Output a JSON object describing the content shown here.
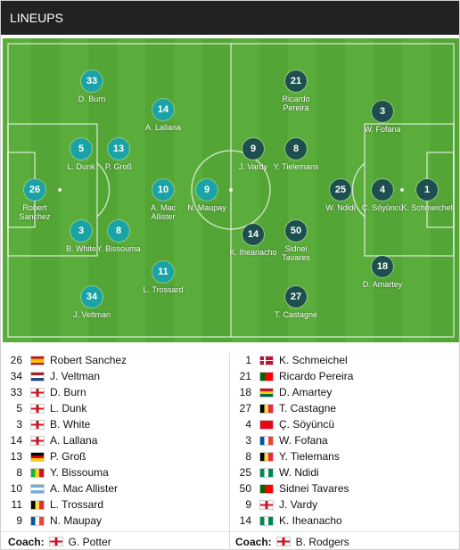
{
  "header": {
    "title": "LINEUPS"
  },
  "pitch": {
    "home": [
      {
        "number": "26",
        "name": "Robert\nSanchez"
      },
      {
        "number": "33",
        "name": "D. Burn"
      },
      {
        "number": "5",
        "name": "L. Dunk"
      },
      {
        "number": "3",
        "name": "B. White"
      },
      {
        "number": "34",
        "name": "J. Veltman"
      },
      {
        "number": "14",
        "name": "A. Lallana"
      },
      {
        "number": "13",
        "name": "P. Groß"
      },
      {
        "number": "8",
        "name": "Y. Bissouma"
      },
      {
        "number": "11",
        "name": "L. Trossard"
      },
      {
        "number": "10",
        "name": "A. Mac\nAllister"
      },
      {
        "number": "9",
        "name": "N. Maupay"
      }
    ],
    "away": [
      {
        "number": "1",
        "name": "K. Schmeichel"
      },
      {
        "number": "4",
        "name": "Ç. Söyüncü"
      },
      {
        "number": "25",
        "name": "W. Ndidi"
      },
      {
        "number": "3",
        "name": "W. Fofana"
      },
      {
        "number": "18",
        "name": "D. Amartey"
      },
      {
        "number": "21",
        "name": "Ricardo\nPereira"
      },
      {
        "number": "8",
        "name": "Y. Tielemans"
      },
      {
        "number": "50",
        "name": "Sidnei\nTavares"
      },
      {
        "number": "27",
        "name": "T. Castagne"
      },
      {
        "number": "9",
        "name": "J. Vardy"
      },
      {
        "number": "14",
        "name": "K. Iheanacho"
      }
    ]
  },
  "home_list": [
    {
      "number": "26",
      "name": "Robert Sanchez",
      "flag": "spain"
    },
    {
      "number": "34",
      "name": "J. Veltman",
      "flag": "netherlands"
    },
    {
      "number": "33",
      "name": "D. Burn",
      "flag": "england"
    },
    {
      "number": "5",
      "name": "L. Dunk",
      "flag": "england"
    },
    {
      "number": "3",
      "name": "B. White",
      "flag": "england"
    },
    {
      "number": "14",
      "name": "A. Lallana",
      "flag": "england"
    },
    {
      "number": "13",
      "name": "P. Groß",
      "flag": "germany"
    },
    {
      "number": "8",
      "name": "Y. Bissouma",
      "flag": "mali"
    },
    {
      "number": "10",
      "name": "A. Mac Allister",
      "flag": "argentina"
    },
    {
      "number": "11",
      "name": "L. Trossard",
      "flag": "belgium"
    },
    {
      "number": "9",
      "name": "N. Maupay",
      "flag": "france"
    }
  ],
  "away_list": [
    {
      "number": "1",
      "name": "K. Schmeichel",
      "flag": "denmark"
    },
    {
      "number": "21",
      "name": "Ricardo Pereira",
      "flag": "portugal"
    },
    {
      "number": "18",
      "name": "D. Amartey",
      "flag": "ghana"
    },
    {
      "number": "27",
      "name": "T. Castagne",
      "flag": "belgium"
    },
    {
      "number": "4",
      "name": "Ç. Söyüncü",
      "flag": "turkey"
    },
    {
      "number": "3",
      "name": "W. Fofana",
      "flag": "france"
    },
    {
      "number": "8",
      "name": "Y. Tielemans",
      "flag": "belgium"
    },
    {
      "number": "25",
      "name": "W. Ndidi",
      "flag": "nigeria"
    },
    {
      "number": "50",
      "name": "Sidnei Tavares",
      "flag": "portugal"
    },
    {
      "number": "9",
      "name": "J. Vardy",
      "flag": "england"
    },
    {
      "number": "14",
      "name": "K. Iheanacho",
      "flag": "nigeria"
    }
  ],
  "coaches": {
    "label": "Coach:",
    "home": {
      "name": "G. Potter",
      "flag": "england"
    },
    "away": {
      "name": "B. Rodgers",
      "flag": "england"
    }
  },
  "colors": {
    "home_disc": "#1aa3a6",
    "away_disc": "#1e4f4f",
    "pitch": "#5aad3b",
    "header": "#222222"
  }
}
